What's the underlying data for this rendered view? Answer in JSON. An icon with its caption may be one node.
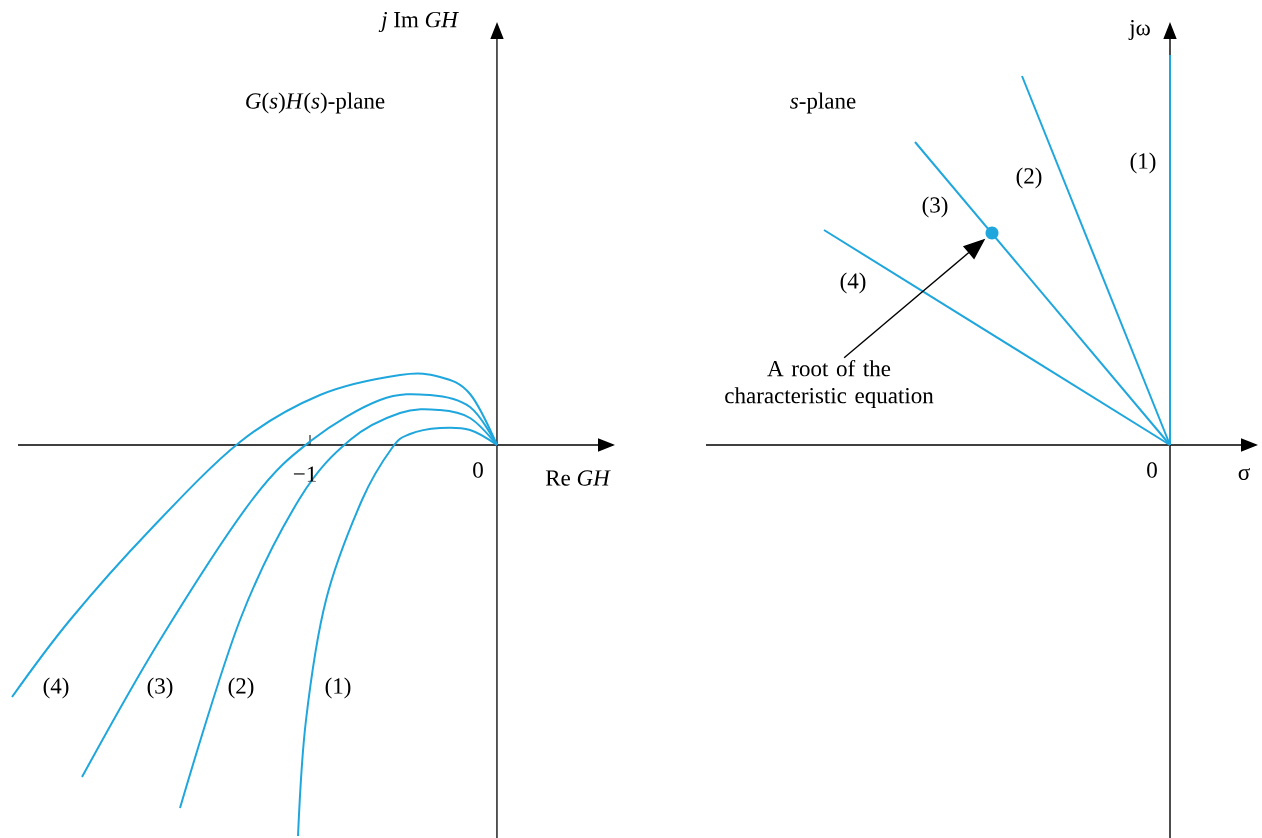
{
  "diagram": {
    "nodes": [
      {
        "text": [
          "A root of the characteristic equation"
        ]
      },
      {
        "text": [],
        "shape": "circle"
      }
    ],
    "edges": [
      {
        "from": 0,
        "to": 1,
        "arrow": "to"
      }
    ],
    "labels": [
      "*j* Im *GH*",
      "jω",
      "*G*(*s*)*H*(*s*)-plane",
      "*s*-plane",
      "(1)",
      "(2)",
      "(3)",
      "(4)",
      "−1",
      "0",
      "Re *GH*",
      "0",
      "σ",
      "(4)",
      "(3)",
      "(2)",
      "(1)"
    ]
  }
}
